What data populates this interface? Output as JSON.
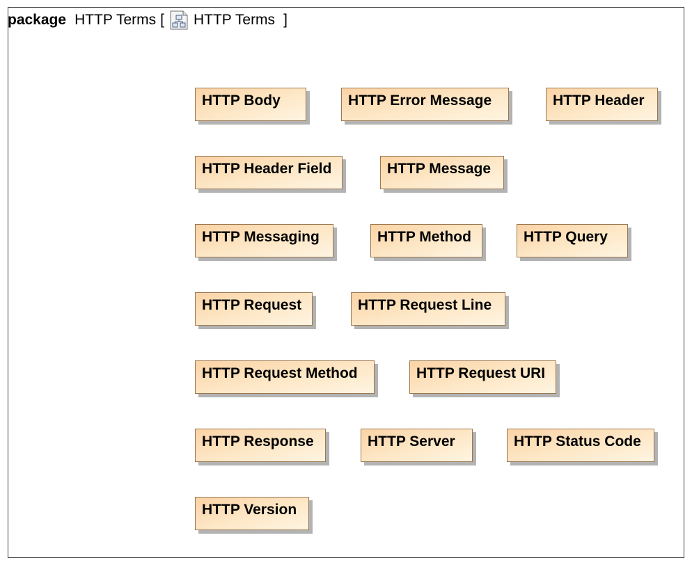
{
  "package": {
    "keyword": "package",
    "name": "HTTP Terms",
    "bracket_open": "[",
    "diagram_icon": "class-diagram-icon",
    "diagram_name": "HTTP Terms",
    "bracket_close": "]"
  },
  "terms": [
    "HTTP Body",
    "HTTP Error Message",
    "HTTP Header",
    "HTTP Header Field",
    "HTTP Message",
    "HTTP Messaging",
    "HTTP Method",
    "HTTP Query",
    "HTTP Request",
    "HTTP Request Line",
    "HTTP Request Method",
    "HTTP Request URI",
    "HTTP Response",
    "HTTP Server",
    "HTTP Status Code",
    "HTTP Version"
  ],
  "colors": {
    "fill_light": "#fff5e2",
    "fill_dark": "#fbd3a6",
    "border": "#9a7750",
    "shadow": "#b3b3b3"
  }
}
